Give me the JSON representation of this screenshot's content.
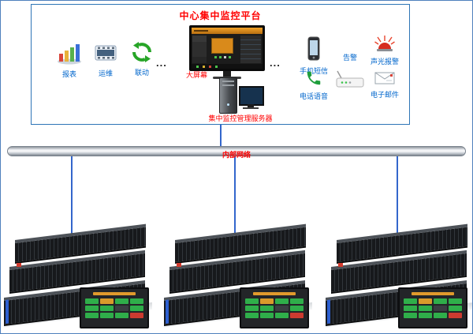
{
  "diagram": {
    "title": "中心集中监控平台",
    "ellipsis": "...",
    "left_items": [
      {
        "id": "report",
        "label": "报表"
      },
      {
        "id": "ops",
        "label": "运维"
      },
      {
        "id": "linkage",
        "label": "联动"
      }
    ],
    "big_screen_label": "大屏幕",
    "server_label": "集中监控管理服务器",
    "right_items": [
      {
        "id": "sms",
        "label": "手机短信"
      },
      {
        "id": "alert",
        "label": "告警"
      },
      {
        "id": "sound_light_alarm",
        "label": "声光报警"
      },
      {
        "id": "voice",
        "label": "电话语音"
      },
      {
        "id": "email",
        "label": "电子邮件"
      }
    ],
    "bus_label": "内部网络"
  },
  "colors": {
    "title_red": "#ff0000",
    "label_blue": "#0066cc",
    "connector_blue": "#3366cc",
    "box_border_blue": "#2e75b6"
  }
}
